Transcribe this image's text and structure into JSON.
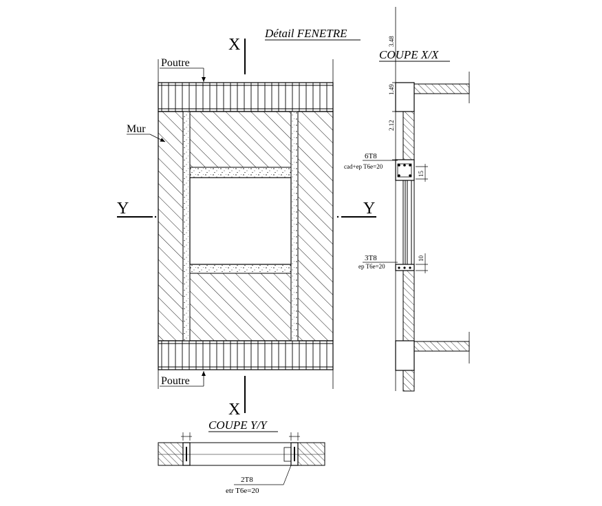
{
  "title": "Détail FENETRE",
  "section_xx": {
    "title": "COUPE X/X",
    "dims": [
      "3.48",
      "1.49",
      "2.12",
      "15",
      "10"
    ],
    "rebar_top": "6T8",
    "rebar_top_note": "cad+ep T6e=20",
    "rebar_bottom": "3T8",
    "rebar_bottom_note": "ep T6e=20"
  },
  "elevation": {
    "beam_top_label": "Poutre",
    "beam_bottom_label": "Poutre",
    "wall_label": "Mur",
    "section_x_top": "X",
    "section_x_bottom": "X",
    "section_y_left": "Y",
    "section_y_right": "Y"
  },
  "section_yy": {
    "title": "COUPE Y/Y",
    "rebar": "2T8",
    "rebar_note": "etr T6e=20"
  }
}
